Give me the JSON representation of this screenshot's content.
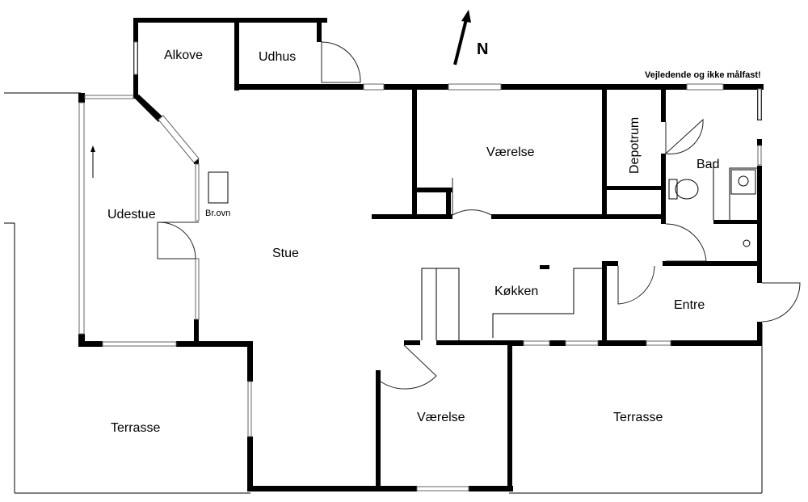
{
  "note": "Vejledende og ikke målfast!",
  "north": "N",
  "rooms": {
    "alkove": "Alkove",
    "udhus": "Udhus",
    "udestue": "Udestue",
    "brovn": "Br.ovn",
    "stue": "Stue",
    "vaerelse_top": "Værelse",
    "depotrum": "Depotrum",
    "bad": "Bad",
    "kokken": "Køkken",
    "entre": "Entre",
    "vaerelse_bottom": "Værelse",
    "terrasse_left": "Terrasse",
    "terrasse_right": "Terrasse"
  }
}
